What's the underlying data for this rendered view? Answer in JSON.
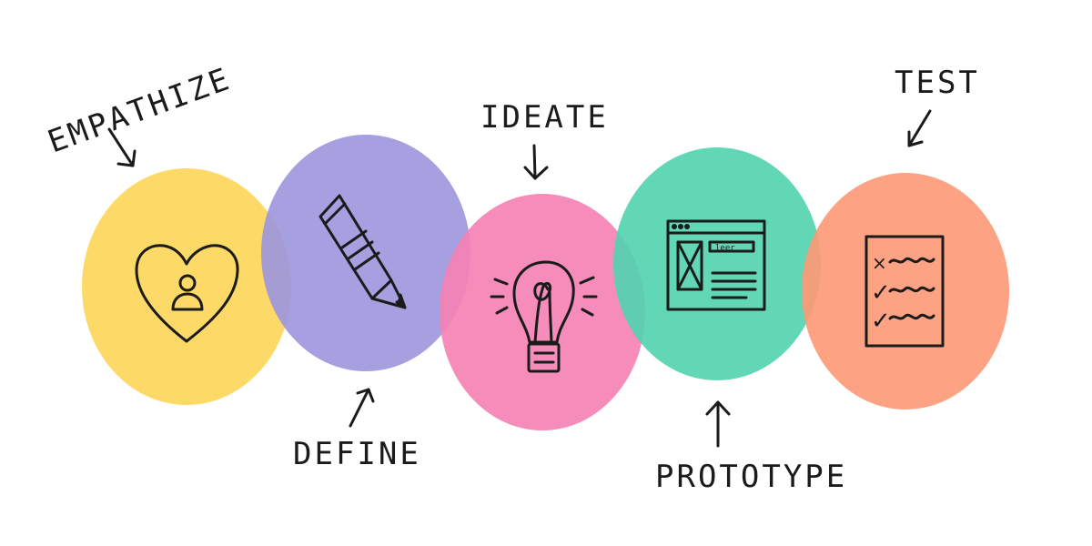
{
  "stages": [
    {
      "id": "empathize",
      "label": "EMPATHIZE",
      "color": "#fdd75f",
      "icon": "heart-user-icon"
    },
    {
      "id": "define",
      "label": "DEFINE",
      "color": "#9e97dd",
      "icon": "pencil-icon"
    },
    {
      "id": "ideate",
      "label": "IDEATE",
      "color": "#f582b4",
      "icon": "lightbulb-icon"
    },
    {
      "id": "prototype",
      "label": "PROTOTYPE",
      "color": "#55d4b0",
      "icon": "wireframe-browser-icon"
    },
    {
      "id": "test",
      "label": "TEST",
      "color": "#fd9a77",
      "icon": "checklist-icon"
    }
  ],
  "icons": {
    "wireframe_scribble": "leer",
    "checklist_marks": [
      "×",
      "✓",
      "✓"
    ]
  }
}
